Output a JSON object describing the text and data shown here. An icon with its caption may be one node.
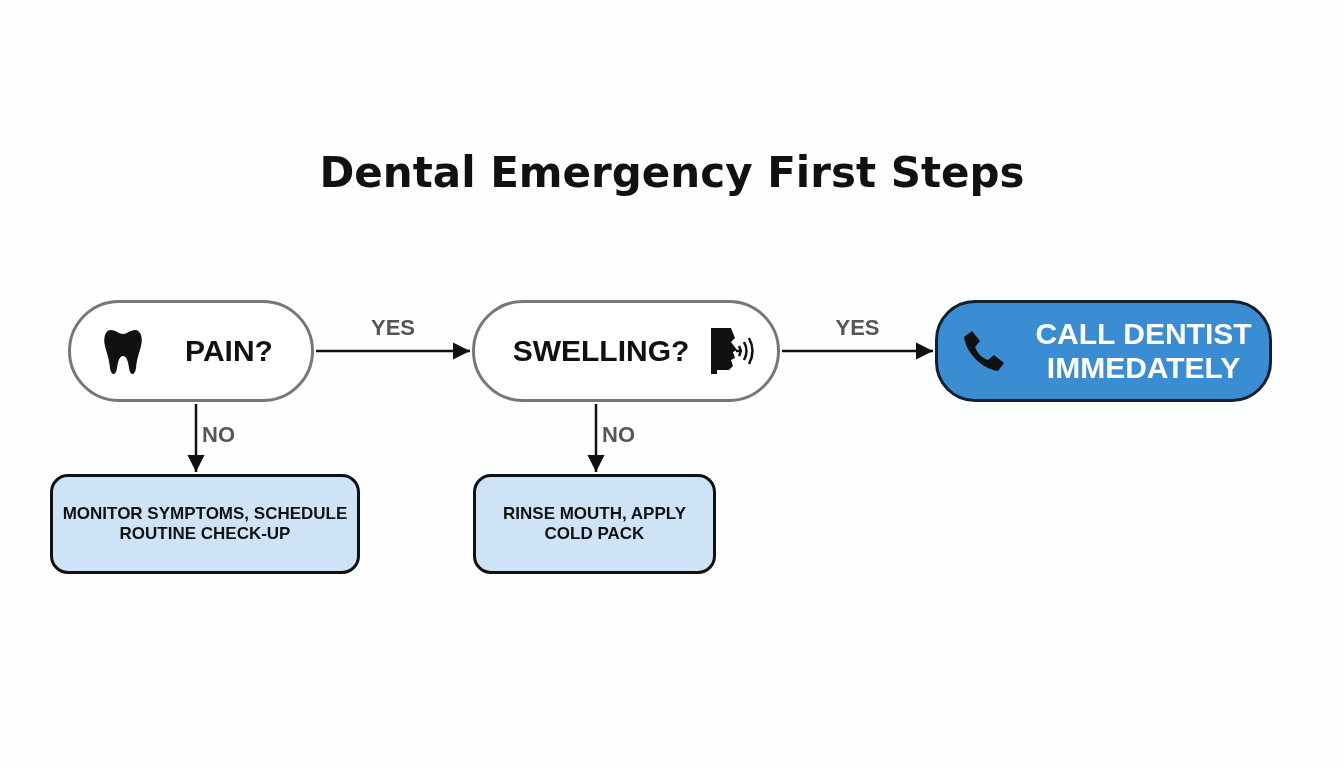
{
  "diagram": {
    "title": "Dental Emergency First Steps",
    "nodes": [
      {
        "text": [
          "PAIN?"
        ]
      },
      {
        "text": [
          "SWELLING?"
        ]
      },
      {
        "text": [
          "CALL DENTIST IMMEDATELY"
        ]
      },
      {
        "text": [
          "MONITOR SYMPTOMS, SCHEDULE ROUTINE CHECK-UP"
        ]
      },
      {
        "text": [
          "RINSE MOUTH, APPLY COLD PACK"
        ]
      }
    ],
    "edges": [
      {
        "from": 0,
        "to": 1,
        "arrow": "to",
        "label": "YES"
      },
      {
        "from": 1,
        "to": 2,
        "arrow": "to",
        "label": "YES"
      },
      {
        "from": 0,
        "to": 3,
        "arrow": "to",
        "label": "NO"
      },
      {
        "from": 1,
        "to": 4,
        "arrow": "to",
        "label": "NO"
      }
    ]
  }
}
